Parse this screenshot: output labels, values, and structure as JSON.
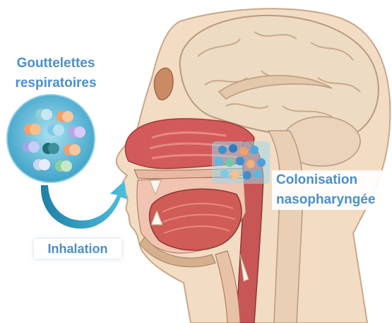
{
  "labels": {
    "droplets_line1": "Gouttelettes",
    "droplets_line2": "respiratoires",
    "colonisation_line1": "Colonisation",
    "colonisation_line2": "nasopharyngée",
    "inhalation": "Inhalation"
  },
  "colors": {
    "label_blue": "#4a8fcf",
    "droplet_circle": "#5fb5d3",
    "arrow": "#2f9bbd",
    "skin": "#f2dcc4",
    "brain": "#eedbc4",
    "airway": "#d35a5a"
  },
  "icons": [
    "droplet-circle-icon",
    "inhalation-arrow-icon",
    "bacteria-cluster-icon"
  ]
}
